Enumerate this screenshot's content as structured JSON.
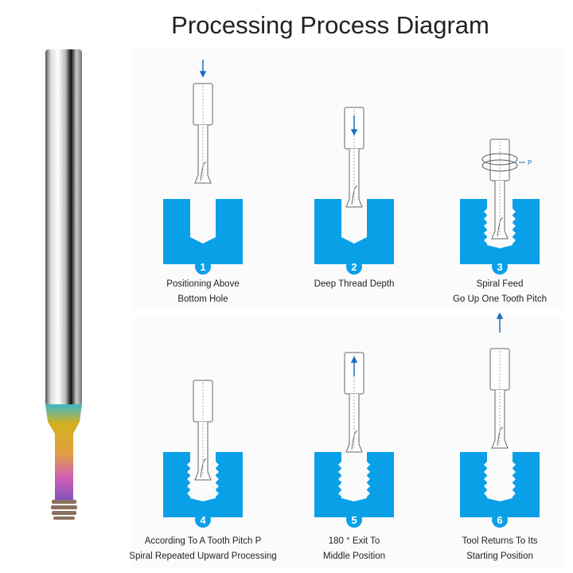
{
  "title": "Processing Process Diagram",
  "accent_color": "#0aa0e8",
  "steps": [
    {
      "number": "1",
      "line1": "Positioning Above",
      "line2": "Bottom Hole"
    },
    {
      "number": "2",
      "line1": "Deep Thread Depth",
      "line2": ""
    },
    {
      "number": "3",
      "line1": "Spiral Feed",
      "line2": "Go Up One Tooth Pitch",
      "pitch_label": "P"
    },
    {
      "number": "4",
      "line1": "According To A Tooth Pitch P",
      "line2": "Spiral Repeated Upward Processing"
    },
    {
      "number": "5",
      "line1": "180 ° Exit To",
      "line2": "Middle Position"
    },
    {
      "number": "6",
      "line1": "Tool Returns To Its",
      "line2": "Starting Position"
    }
  ]
}
